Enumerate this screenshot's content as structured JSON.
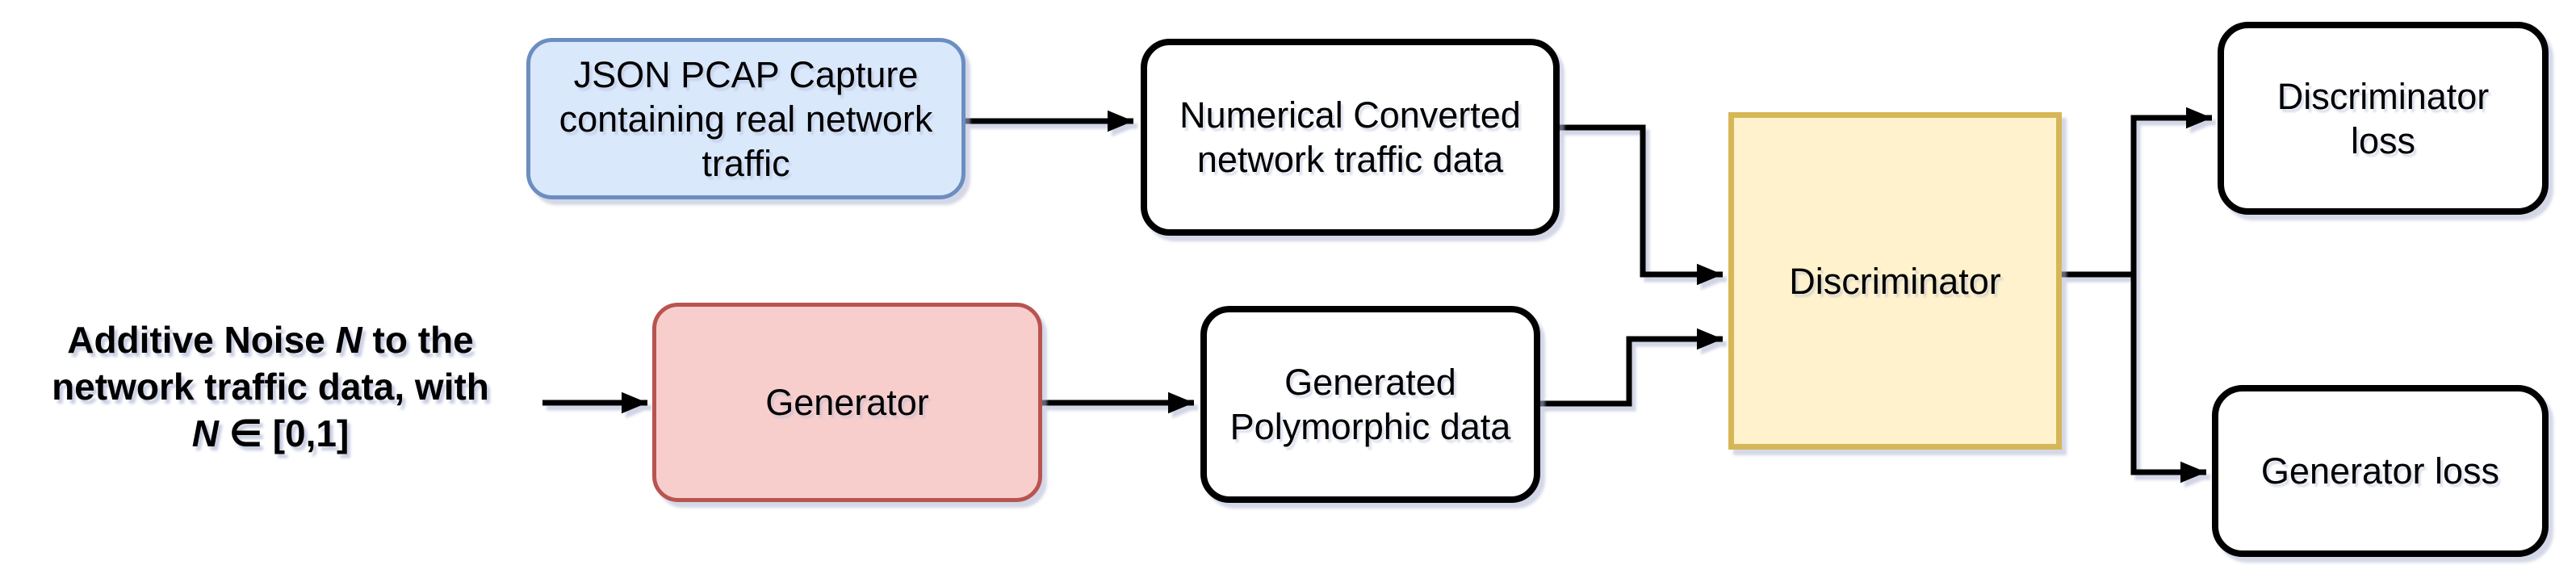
{
  "diagram": {
    "background_color": "#ffffff",
    "connector_color": "#000000",
    "noise_input": {
      "line1_pre": "Additive Noise ",
      "line1_var": "N",
      "line1_post": " to the",
      "line2": "network traffic data, with",
      "line3_var": "N",
      "line3_post": " ∈ [0,1]"
    },
    "nodes": {
      "json_pcap": {
        "label": "JSON PCAP Capture\ncontaining real network\ntraffic",
        "fill": "#dae8fc",
        "stroke": "#6c8ebf"
      },
      "numerical": {
        "label": "Numerical Converted\nnetwork traffic data",
        "fill": "#ffffff",
        "stroke": "#000000"
      },
      "generator": {
        "label": "Generator",
        "fill": "#f8cecc",
        "stroke": "#b85450"
      },
      "generated_poly": {
        "label": "Generated\nPolymorphic data",
        "fill": "#ffffff",
        "stroke": "#000000"
      },
      "discriminator": {
        "label": "Discriminator",
        "fill": "#fff2cc",
        "stroke": "#d6b656"
      },
      "disc_loss": {
        "label": "Discriminator\nloss",
        "fill": "#ffffff",
        "stroke": "#000000"
      },
      "gen_loss": {
        "label": "Generator loss",
        "fill": "#ffffff",
        "stroke": "#000000"
      }
    }
  }
}
